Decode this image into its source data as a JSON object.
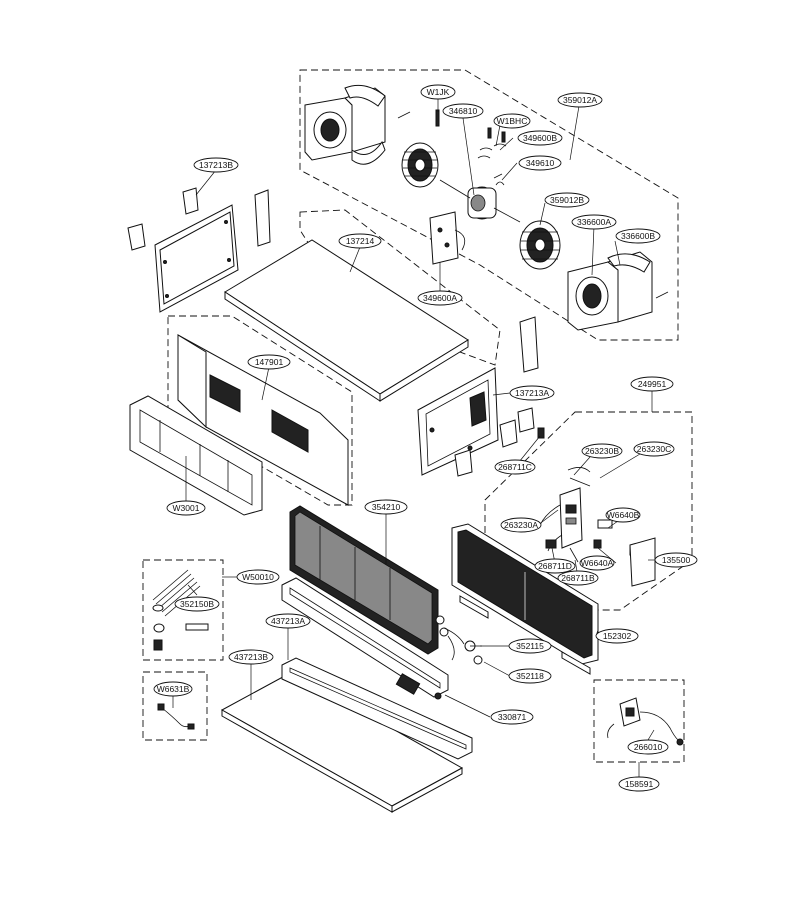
{
  "labels": {
    "l_359012A": "359012A",
    "l_W1JK": "W1JK",
    "l_346810": "346810",
    "l_W1BHC": "W1BHC",
    "l_349600B": "349600B",
    "l_349610": "349610",
    "l_359012B": "359012B",
    "l_336600A": "336600A",
    "l_336600B": "336600B",
    "l_349600A": "349600A",
    "l_137213B": "137213B",
    "l_137214": "137214",
    "l_147901": "147901",
    "l_137213A": "137213A",
    "l_249951": "249951",
    "l_263230B": "263230B",
    "l_263230C": "263230C",
    "l_268711C": "268711C",
    "l_W3001": "W3001",
    "l_354210": "354210",
    "l_263230A": "263230A",
    "l_W6640B": "W6640B",
    "l_W6640A": "W6640A",
    "l_268711D": "268711D",
    "l_268711B": "268711B",
    "l_135500": "135500",
    "l_W50010": "W50010",
    "l_352150B": "352150B",
    "l_437213A": "437213A",
    "l_437213B": "437213B",
    "l_152302": "152302",
    "l_352115": "352115",
    "l_352118": "352118",
    "l_W6631B": "W6631B",
    "l_330871": "330871",
    "l_266010": "266010",
    "l_158591": "158591"
  }
}
